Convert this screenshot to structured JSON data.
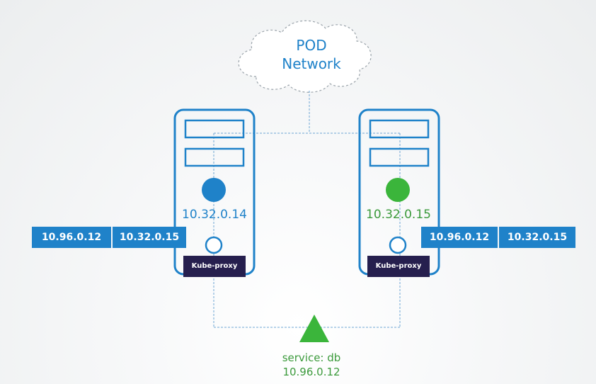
{
  "pod_network": {
    "line1": "POD",
    "line2": "Network"
  },
  "node_left": {
    "pod_ip": "10.32.0.14",
    "pod_color": "#1f82c9",
    "kube_proxy": "Kube-proxy",
    "table": [
      "10.96.0.12",
      "10.32.0.15"
    ]
  },
  "node_right": {
    "pod_ip": "10.32.0.15",
    "pod_color": "#3bb53b",
    "kube_proxy": "Kube-proxy",
    "table": [
      "10.96.0.12",
      "10.32.0.15"
    ]
  },
  "service": {
    "name": "service: db",
    "ip": "10.96.0.12"
  },
  "colors": {
    "accent": "#1f82c9",
    "green": "#3bb53b",
    "proxy": "#261f4e"
  }
}
